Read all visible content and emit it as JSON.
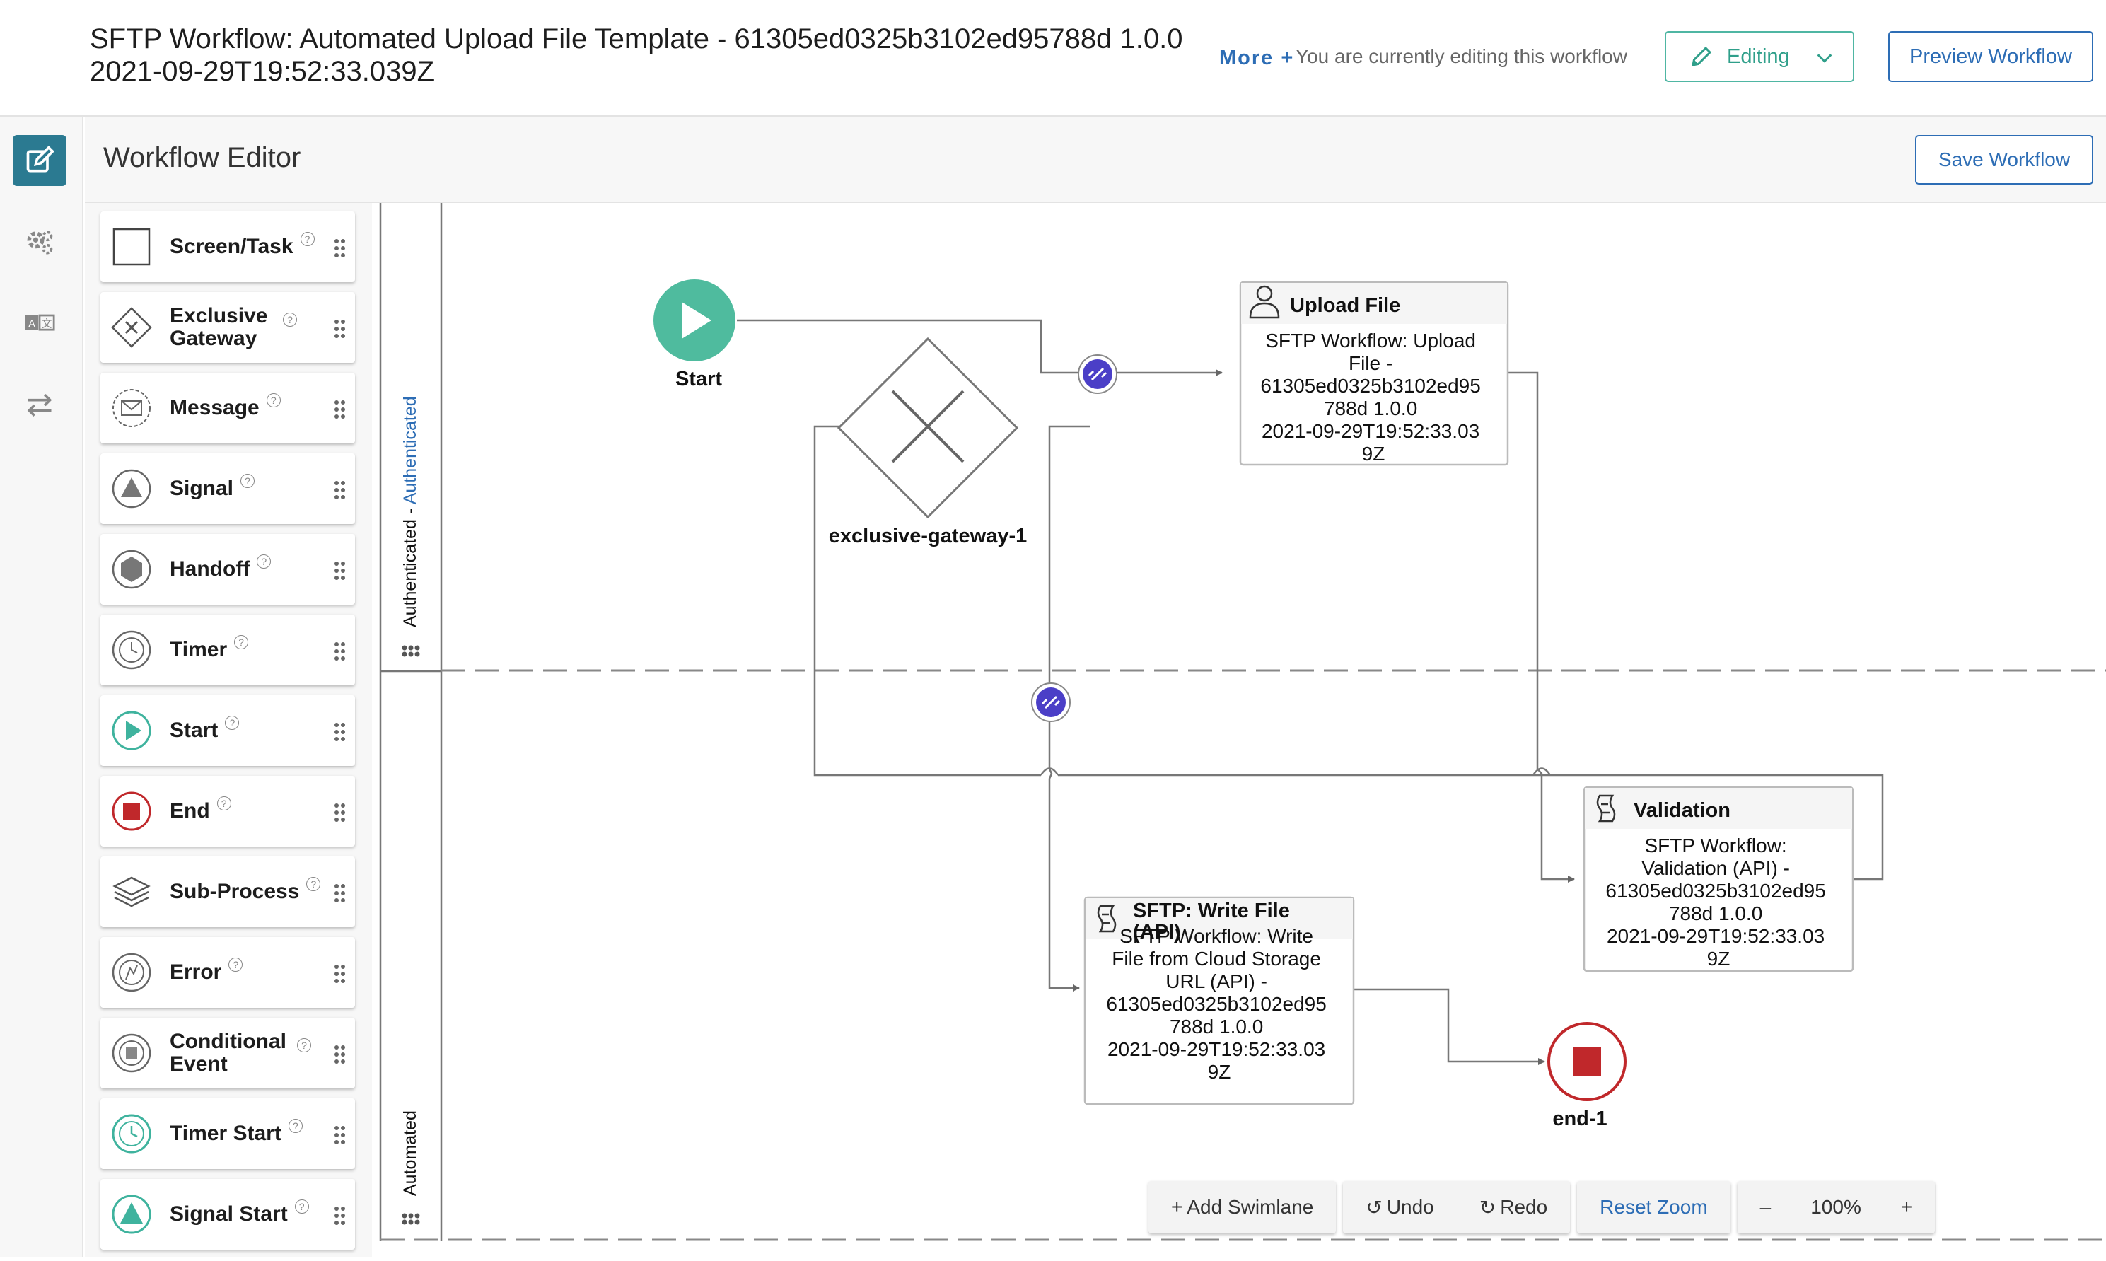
{
  "header": {
    "title": "SFTP Workflow: Automated Upload File Template - 61305ed0325b3102ed95788d 1.0.0 2021-09-29T19:52:33.039Z",
    "more_label": "More +",
    "editing_notice": "You are currently editing this workflow",
    "editing_label": "Editing",
    "preview_label": "Preview Workflow"
  },
  "rail": {
    "items": [
      {
        "icon": "edit-icon",
        "active": true
      },
      {
        "icon": "gears-icon",
        "active": false
      },
      {
        "icon": "translate-icon",
        "active": false
      },
      {
        "icon": "swap-arrows-icon",
        "active": false
      }
    ]
  },
  "editor": {
    "title": "Workflow Editor",
    "save_label": "Save Workflow"
  },
  "palette": {
    "items": [
      {
        "label": "Screen/Task",
        "icon": "square-icon"
      },
      {
        "label": "Exclusive Gateway",
        "icon": "gateway-icon"
      },
      {
        "label": "Message",
        "icon": "envelope-icon"
      },
      {
        "label": "Signal",
        "icon": "triangle-icon"
      },
      {
        "label": "Handoff",
        "icon": "hexagon-icon"
      },
      {
        "label": "Timer",
        "icon": "clock-icon"
      },
      {
        "label": "Start",
        "icon": "play-icon"
      },
      {
        "label": "End",
        "icon": "stop-icon"
      },
      {
        "label": "Sub-Process",
        "icon": "layers-icon"
      },
      {
        "label": "Error",
        "icon": "error-icon"
      },
      {
        "label": "Conditional Event",
        "icon": "conditional-icon"
      },
      {
        "label": "Timer Start",
        "icon": "timer-start-icon"
      },
      {
        "label": "Signal Start",
        "icon": "signal-start-icon"
      }
    ]
  },
  "canvas": {
    "lanes": {
      "top_prefix": "Authenticated - ",
      "top_suffix": "Authenticated",
      "bottom": "Automated"
    },
    "start_label": "Start",
    "gateway_label": "exclusive-gateway-1",
    "end_label": "end-1",
    "upload": {
      "title": "Upload File",
      "lines": [
        "SFTP Workflow: Upload",
        "File  -",
        "61305ed0325b3102ed95",
        "788d 1.0.0",
        "2021-09-29T19:52:33.03",
        "9Z"
      ]
    },
    "validation": {
      "title": "Validation",
      "lines": [
        "SFTP Workflow:",
        "Validation (API) -",
        "61305ed0325b3102ed95",
        "788d 1.0.0",
        "2021-09-29T19:52:33.03",
        "9Z"
      ]
    },
    "write": {
      "title_1": "SFTP: Write File",
      "title_2": "(API)",
      "lines": [
        "SFTP Workflow: Write",
        "File from Cloud Storage",
        "URL (API) -",
        "61305ed0325b3102ed95",
        "788d 1.0.0",
        "2021-09-29T19:52:33.03",
        "9Z"
      ]
    }
  },
  "toolbar": {
    "add_swimlane": "Add Swimlane",
    "undo": "Undo",
    "redo": "Redo",
    "reset_zoom": "Reset Zoom",
    "zoom_out": "–",
    "zoom_level": "100%",
    "zoom_in": "+"
  },
  "colors": {
    "accent": "#2d6db5",
    "teal": "#4fb6a3",
    "end_red": "#c0282b",
    "link_purple": "#4b3fc7"
  }
}
